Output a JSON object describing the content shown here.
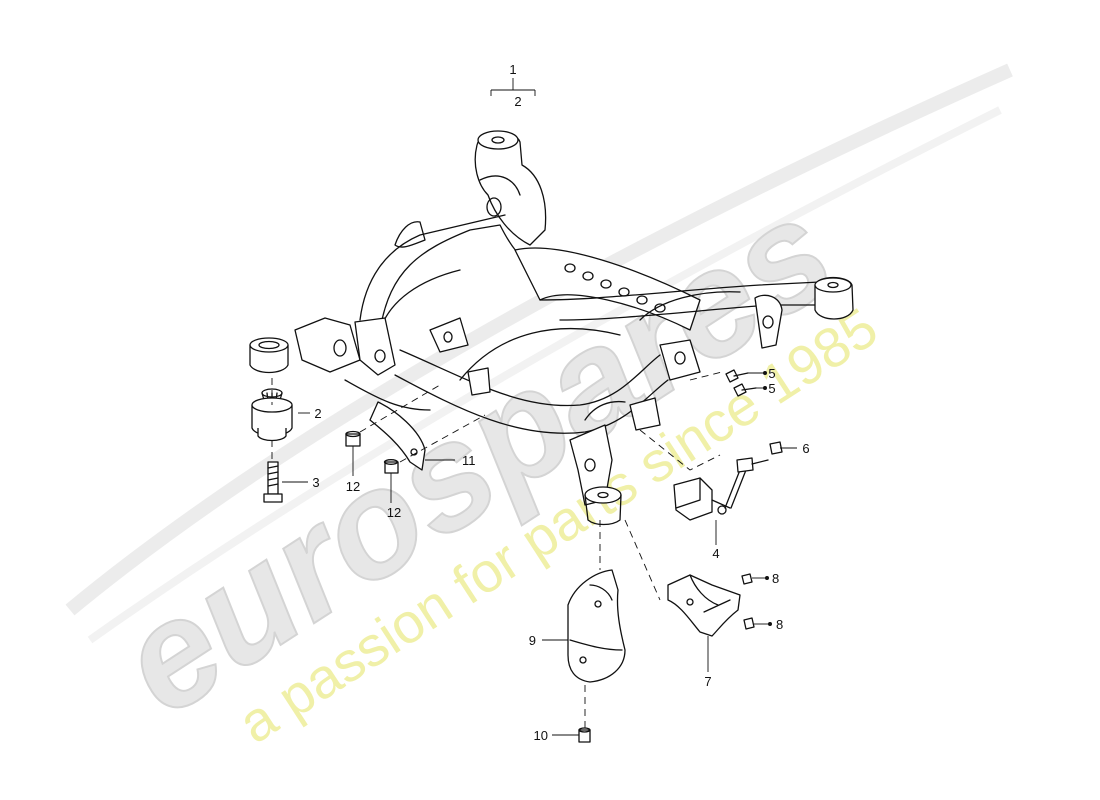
{
  "watermark": {
    "logo": "eurospares",
    "tagline": "a passion for parts since 1985"
  },
  "callouts": {
    "c1": "1",
    "c2_top": "2",
    "c2": "2",
    "c3": "3",
    "c4": "4",
    "c5a": "5",
    "c5b": "5",
    "c6": "6",
    "c7": "7",
    "c8a": "8",
    "c8b": "8",
    "c9": "9",
    "c10": "10",
    "c11": "11",
    "c12a": "12",
    "c12b": "12"
  }
}
